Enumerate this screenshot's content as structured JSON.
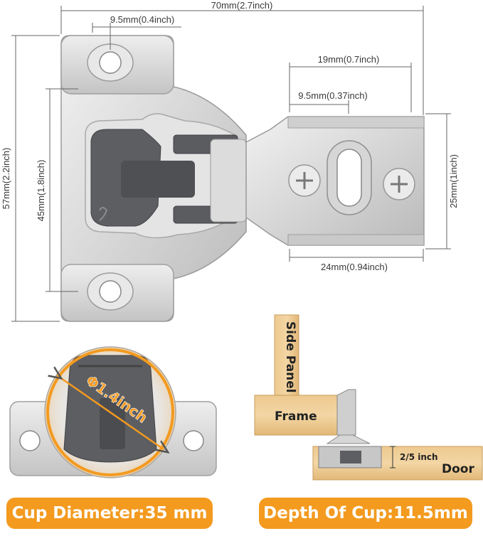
{
  "dimensions": {
    "overall_width": "70mm(2.7inch)",
    "hole_offset": "9.5mm(0.4inch)",
    "arm_length": "19mm(0.7inch)",
    "arm_hole_offset": "9.5mm(0.37inch)",
    "plate_height": "57mm(2.2inch)",
    "hole_spacing": "45mm(1.8inch)",
    "arm_height": "25mm(1inch)",
    "arm_width": "24mm(0.94inch)"
  },
  "cup": {
    "diameter_label": "Φ1.4inch",
    "banner": "Cup Diameter:35 mm"
  },
  "installation": {
    "side_panel": "Side Panel",
    "frame": "Frame",
    "door": "Door",
    "gap": "2/5 inch",
    "banner": "Depth Of Cup:11.5mm"
  },
  "colors": {
    "accent": "#f39a1f",
    "metal": "#d9d9d9",
    "plastic": "#5c5e62",
    "wood": "#e9c48a"
  }
}
